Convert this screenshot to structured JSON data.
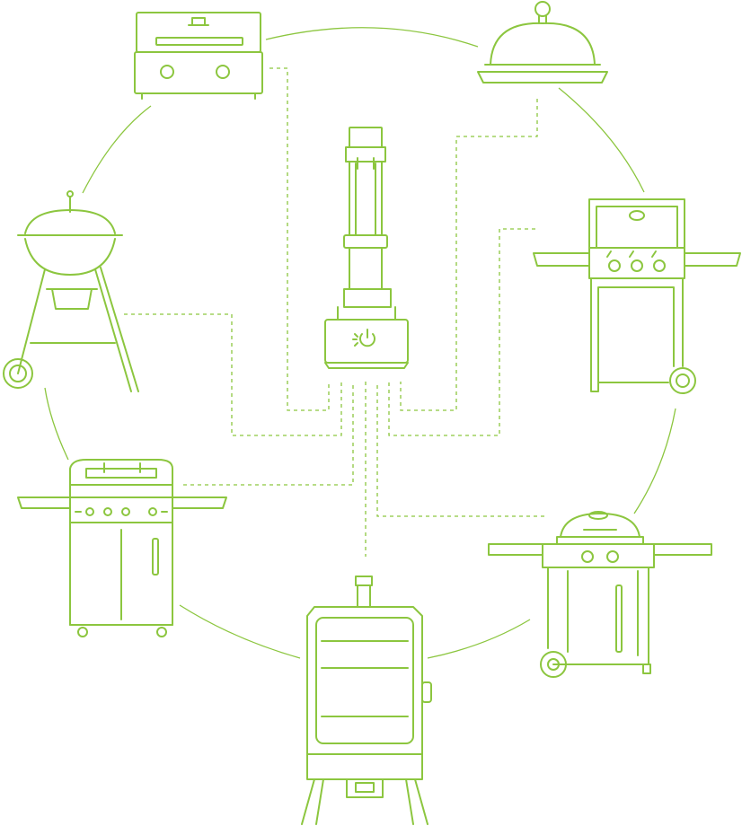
{
  "diagram": {
    "accent_color": "#8cc63f",
    "background_color": "#ffffff",
    "hub": {
      "icon": "power-button-icon"
    },
    "devices": [
      {
        "name": "flat-top-griddle",
        "icon": "griddle-icon"
      },
      {
        "name": "pizza-oven-dome",
        "icon": "pizza-oven-icon"
      },
      {
        "name": "gas-grill-side-shelves",
        "icon": "gas-grill-icon"
      },
      {
        "name": "kamado-cart-grill",
        "icon": "kamado-grill-icon"
      },
      {
        "name": "vertical-smoker",
        "icon": "smoker-icon"
      },
      {
        "name": "gas-grill-cabinet",
        "icon": "gas-grill-cabinet-icon"
      },
      {
        "name": "kettle-charcoal-grill",
        "icon": "kettle-grill-icon"
      }
    ]
  }
}
